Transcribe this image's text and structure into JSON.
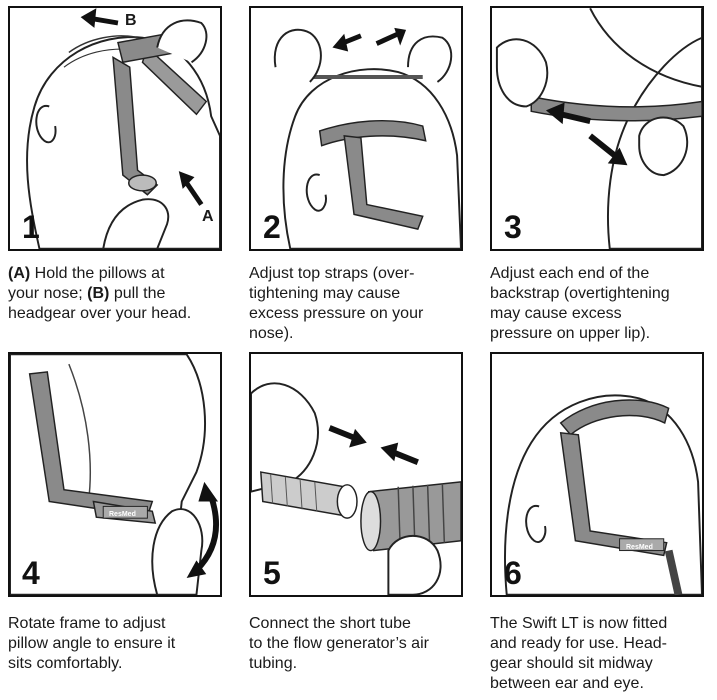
{
  "steps": [
    {
      "number": "1",
      "label_a": "A",
      "label_b": "B",
      "caption_parts": [
        {
          "bold": "(A)",
          "text": " Hold the pillows at"
        },
        {
          "bold": "",
          "text": "your nose; "
        },
        {
          "bold": "(B)",
          "text": " pull the"
        },
        {
          "bold": "",
          "text": "headgear over your head."
        }
      ]
    },
    {
      "number": "2",
      "caption_lines": [
        "Adjust top straps (over-",
        "tightening may cause",
        "excess pressure on your",
        "nose)."
      ]
    },
    {
      "number": "3",
      "caption_lines": [
        "Adjust each end of the",
        "backstrap (overtightening",
        "may cause excess",
        "pressure on upper lip)."
      ]
    },
    {
      "number": "4",
      "caption_lines": [
        "Rotate frame to adjust",
        "pillow angle to ensure it",
        "sits comfortably."
      ]
    },
    {
      "number": "5",
      "caption_lines": [
        "Connect the short tube",
        "to the flow generator’s air",
        "tubing."
      ]
    },
    {
      "number": "6",
      "caption_lines": [
        "The Swift LT is now fitted",
        "and ready for use. Head-",
        "gear should sit midway",
        "between ear and eye."
      ]
    }
  ],
  "brand_text": "ResMed"
}
